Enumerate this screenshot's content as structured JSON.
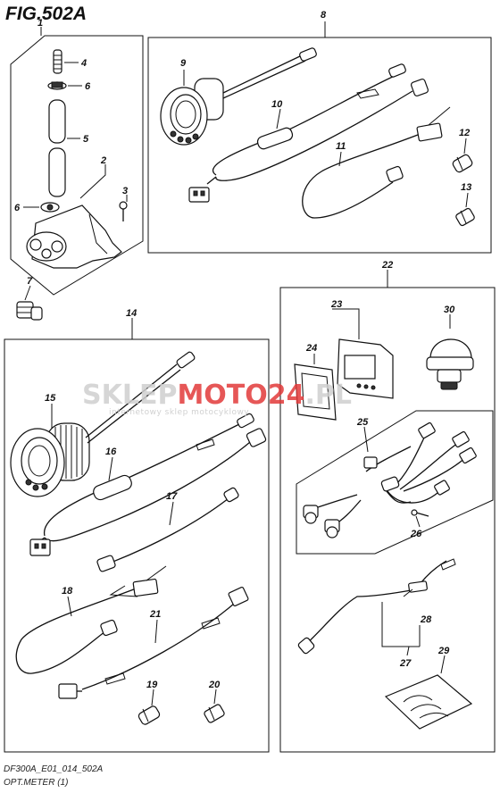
{
  "figure": {
    "title": "FIG.502A",
    "footer_line1": "DF300A_E01_014_502A",
    "footer_line2": "OPT.METER (1)"
  },
  "watermark": {
    "brand_part1": "SKLEP",
    "brand_part2": "MOTO",
    "brand_part3": "24",
    "brand_part4": ".PL",
    "tagline": "internetowy sklep motocyklowy",
    "color_gray": "#d0d0d0",
    "color_red": "#e23a3a"
  },
  "callouts": {
    "c1": "1",
    "c2": "2",
    "c3": "3",
    "c4": "4",
    "c5": "5",
    "c6a": "6",
    "c6b": "6",
    "c7": "7",
    "c8": "8",
    "c9": "9",
    "c10": "10",
    "c11": "11",
    "c12": "12",
    "c13": "13",
    "c14": "14",
    "c15": "15",
    "c16": "16",
    "c17": "17",
    "c18": "18",
    "c19": "19",
    "c20": "20",
    "c21": "21",
    "c22": "22",
    "c23": "23",
    "c24": "24",
    "c25": "25",
    "c26": "26",
    "c27": "27",
    "c28": "28",
    "c29": "29",
    "c30": "30"
  }
}
